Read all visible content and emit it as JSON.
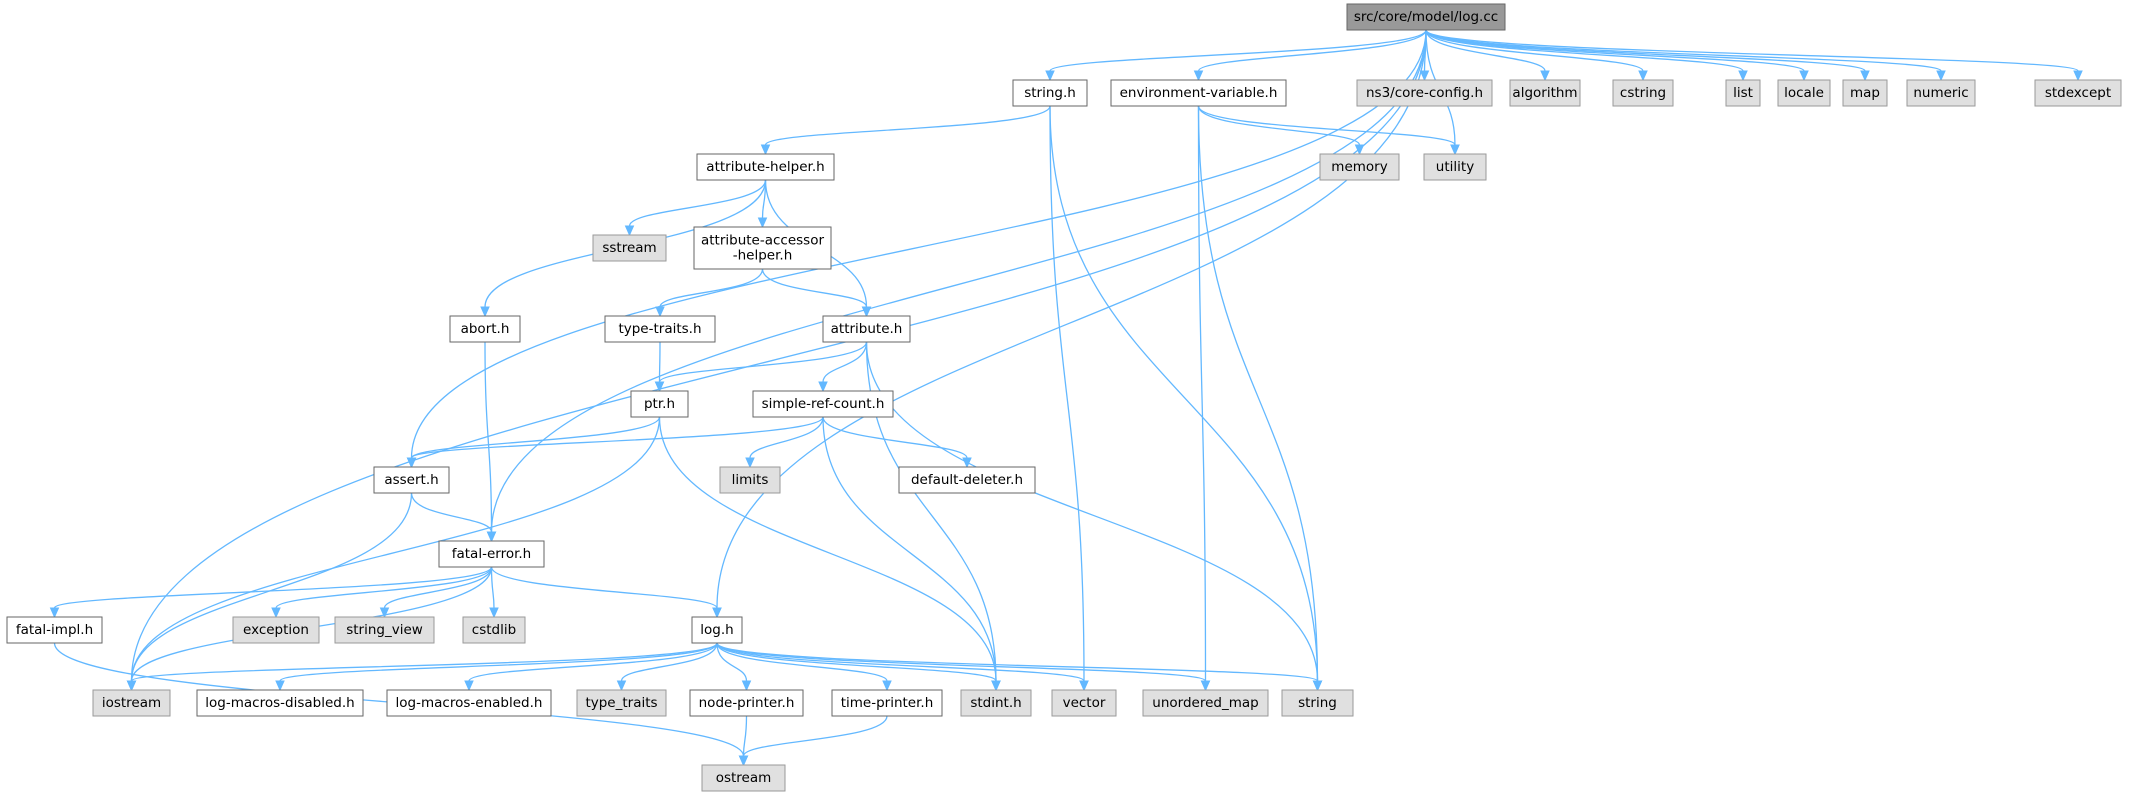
{
  "graph": {
    "root": "log-cc",
    "colors": {
      "edge": "#63b8ff",
      "root_fill": "#999999",
      "system_fill": "#e0e0e0",
      "user_fill": "#ffffff"
    },
    "nodes": [
      {
        "id": "log-cc",
        "label": "src/core/model/log.cc",
        "kind": "root"
      },
      {
        "id": "string-h",
        "label": "string.h",
        "kind": "user"
      },
      {
        "id": "environment-variable-h",
        "label": "environment-variable.h",
        "kind": "user"
      },
      {
        "id": "ns3-core-config-h",
        "label": "ns3/core-config.h",
        "kind": "system"
      },
      {
        "id": "algorithm",
        "label": "algorithm",
        "kind": "system"
      },
      {
        "id": "cstring",
        "label": "cstring",
        "kind": "system"
      },
      {
        "id": "list",
        "label": "list",
        "kind": "system"
      },
      {
        "id": "locale",
        "label": "locale",
        "kind": "system"
      },
      {
        "id": "map",
        "label": "map",
        "kind": "system"
      },
      {
        "id": "numeric",
        "label": "numeric",
        "kind": "system"
      },
      {
        "id": "stdexcept",
        "label": "stdexcept",
        "kind": "system"
      },
      {
        "id": "attribute-helper-h",
        "label": "attribute-helper.h",
        "kind": "user"
      },
      {
        "id": "memory",
        "label": "memory",
        "kind": "system"
      },
      {
        "id": "utility",
        "label": "utility",
        "kind": "system"
      },
      {
        "id": "sstream",
        "label": "sstream",
        "kind": "system"
      },
      {
        "id": "attribute-accessor-helper-h",
        "label": "attribute-accessor\n-helper.h",
        "kind": "user"
      },
      {
        "id": "abort-h",
        "label": "abort.h",
        "kind": "user"
      },
      {
        "id": "type-traits-h",
        "label": "type-traits.h",
        "kind": "user"
      },
      {
        "id": "attribute-h",
        "label": "attribute.h",
        "kind": "user"
      },
      {
        "id": "ptr-h",
        "label": "ptr.h",
        "kind": "user"
      },
      {
        "id": "simple-ref-count-h",
        "label": "simple-ref-count.h",
        "kind": "user"
      },
      {
        "id": "assert-h",
        "label": "assert.h",
        "kind": "user"
      },
      {
        "id": "limits",
        "label": "limits",
        "kind": "system"
      },
      {
        "id": "default-deleter-h",
        "label": "default-deleter.h",
        "kind": "user"
      },
      {
        "id": "fatal-error-h",
        "label": "fatal-error.h",
        "kind": "user"
      },
      {
        "id": "fatal-impl-h",
        "label": "fatal-impl.h",
        "kind": "user"
      },
      {
        "id": "exception",
        "label": "exception",
        "kind": "system"
      },
      {
        "id": "string_view",
        "label": "string_view",
        "kind": "system"
      },
      {
        "id": "cstdlib",
        "label": "cstdlib",
        "kind": "system"
      },
      {
        "id": "log-h",
        "label": "log.h",
        "kind": "user"
      },
      {
        "id": "iostream",
        "label": "iostream",
        "kind": "system"
      },
      {
        "id": "log-macros-disabled-h",
        "label": "log-macros-disabled.h",
        "kind": "user"
      },
      {
        "id": "log-macros-enabled-h",
        "label": "log-macros-enabled.h",
        "kind": "user"
      },
      {
        "id": "type_traits",
        "label": "type_traits",
        "kind": "system"
      },
      {
        "id": "node-printer-h",
        "label": "node-printer.h",
        "kind": "user"
      },
      {
        "id": "time-printer-h",
        "label": "time-printer.h",
        "kind": "user"
      },
      {
        "id": "stdint-h",
        "label": "stdint.h",
        "kind": "system"
      },
      {
        "id": "vector",
        "label": "vector",
        "kind": "system"
      },
      {
        "id": "unordered_map",
        "label": "unordered_map",
        "kind": "system"
      },
      {
        "id": "string",
        "label": "string",
        "kind": "system"
      },
      {
        "id": "ostream",
        "label": "ostream",
        "kind": "system"
      }
    ],
    "edges": [
      [
        "log-cc",
        "string-h"
      ],
      [
        "log-cc",
        "environment-variable-h"
      ],
      [
        "log-cc",
        "ns3-core-config-h"
      ],
      [
        "log-cc",
        "algorithm"
      ],
      [
        "log-cc",
        "cstring"
      ],
      [
        "log-cc",
        "list"
      ],
      [
        "log-cc",
        "locale"
      ],
      [
        "log-cc",
        "map"
      ],
      [
        "log-cc",
        "numeric"
      ],
      [
        "log-cc",
        "stdexcept"
      ],
      [
        "log-cc",
        "utility"
      ],
      [
        "log-cc",
        "log-h"
      ],
      [
        "log-cc",
        "assert-h"
      ],
      [
        "log-cc",
        "fatal-error-h"
      ],
      [
        "log-cc",
        "iostream"
      ],
      [
        "string-h",
        "attribute-helper-h"
      ],
      [
        "string-h",
        "vector"
      ],
      [
        "string-h",
        "string"
      ],
      [
        "environment-variable-h",
        "memory"
      ],
      [
        "environment-variable-h",
        "utility"
      ],
      [
        "environment-variable-h",
        "unordered_map"
      ],
      [
        "environment-variable-h",
        "string"
      ],
      [
        "attribute-helper-h",
        "sstream"
      ],
      [
        "attribute-helper-h",
        "attribute-accessor-helper-h"
      ],
      [
        "attribute-helper-h",
        "abort-h"
      ],
      [
        "attribute-helper-h",
        "attribute-h"
      ],
      [
        "attribute-accessor-helper-h",
        "type-traits-h"
      ],
      [
        "attribute-accessor-helper-h",
        "attribute-h"
      ],
      [
        "type-traits-h",
        "ptr-h"
      ],
      [
        "abort-h",
        "fatal-error-h"
      ],
      [
        "attribute-h",
        "ptr-h"
      ],
      [
        "attribute-h",
        "simple-ref-count-h"
      ],
      [
        "attribute-h",
        "stdint-h"
      ],
      [
        "attribute-h",
        "string"
      ],
      [
        "ptr-h",
        "assert-h"
      ],
      [
        "ptr-h",
        "iostream"
      ],
      [
        "ptr-h",
        "stdint-h"
      ],
      [
        "simple-ref-count-h",
        "assert-h"
      ],
      [
        "simple-ref-count-h",
        "limits"
      ],
      [
        "simple-ref-count-h",
        "default-deleter-h"
      ],
      [
        "simple-ref-count-h",
        "stdint-h"
      ],
      [
        "assert-h",
        "fatal-error-h"
      ],
      [
        "assert-h",
        "iostream"
      ],
      [
        "fatal-error-h",
        "fatal-impl-h"
      ],
      [
        "fatal-error-h",
        "exception"
      ],
      [
        "fatal-error-h",
        "string_view"
      ],
      [
        "fatal-error-h",
        "cstdlib"
      ],
      [
        "fatal-error-h",
        "log-h"
      ],
      [
        "fatal-error-h",
        "iostream"
      ],
      [
        "fatal-impl-h",
        "ostream"
      ],
      [
        "log-h",
        "iostream"
      ],
      [
        "log-h",
        "log-macros-disabled-h"
      ],
      [
        "log-h",
        "log-macros-enabled-h"
      ],
      [
        "log-h",
        "type_traits"
      ],
      [
        "log-h",
        "node-printer-h"
      ],
      [
        "log-h",
        "time-printer-h"
      ],
      [
        "log-h",
        "stdint-h"
      ],
      [
        "log-h",
        "vector"
      ],
      [
        "log-h",
        "unordered_map"
      ],
      [
        "log-h",
        "string"
      ],
      [
        "node-printer-h",
        "ostream"
      ],
      [
        "time-printer-h",
        "ostream"
      ]
    ]
  }
}
